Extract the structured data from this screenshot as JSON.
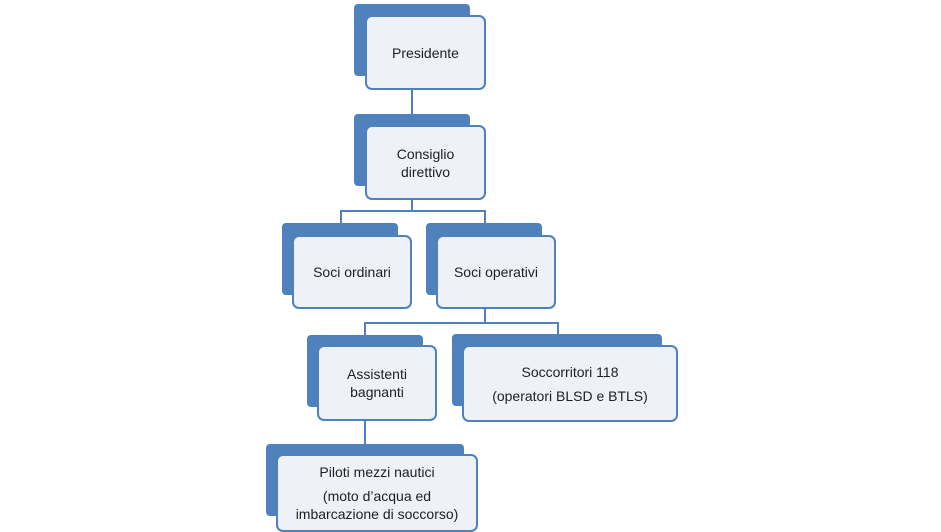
{
  "org_chart": {
    "nodes": [
      {
        "id": "presidente",
        "lines": [
          "Presidente"
        ]
      },
      {
        "id": "consiglio-direttivo",
        "lines": [
          "Consiglio",
          "direttivo"
        ]
      },
      {
        "id": "soci-ordinari",
        "lines": [
          "Soci ordinari"
        ]
      },
      {
        "id": "soci-operativi",
        "lines": [
          "Soci operativi"
        ]
      },
      {
        "id": "assistenti-bagnanti",
        "lines": [
          "Assistenti",
          "bagnanti"
        ]
      },
      {
        "id": "soccorritori-118",
        "lines": [
          "Soccorritori 118",
          "",
          "(operatori BLSD e BTLS)"
        ]
      },
      {
        "id": "piloti-mezzi-nautici",
        "lines": [
          "Piloti mezzi nautici",
          "",
          "(moto d’acqua ed",
          "imbarcazione di soccorso)"
        ]
      }
    ],
    "edges": [
      {
        "from": "presidente",
        "to": "consiglio-direttivo"
      },
      {
        "from": "consiglio-direttivo",
        "to": "soci-ordinari"
      },
      {
        "from": "consiglio-direttivo",
        "to": "soci-operativi"
      },
      {
        "from": "soci-operativi",
        "to": "assistenti-bagnanti"
      },
      {
        "from": "soci-operativi",
        "to": "soccorritori-118"
      },
      {
        "from": "assistenti-bagnanti",
        "to": "piloti-mezzi-nautici"
      }
    ],
    "colors": {
      "accent": "#4f81bd",
      "box_fill": "#eef1f8",
      "text": "#1f1f1f"
    }
  }
}
